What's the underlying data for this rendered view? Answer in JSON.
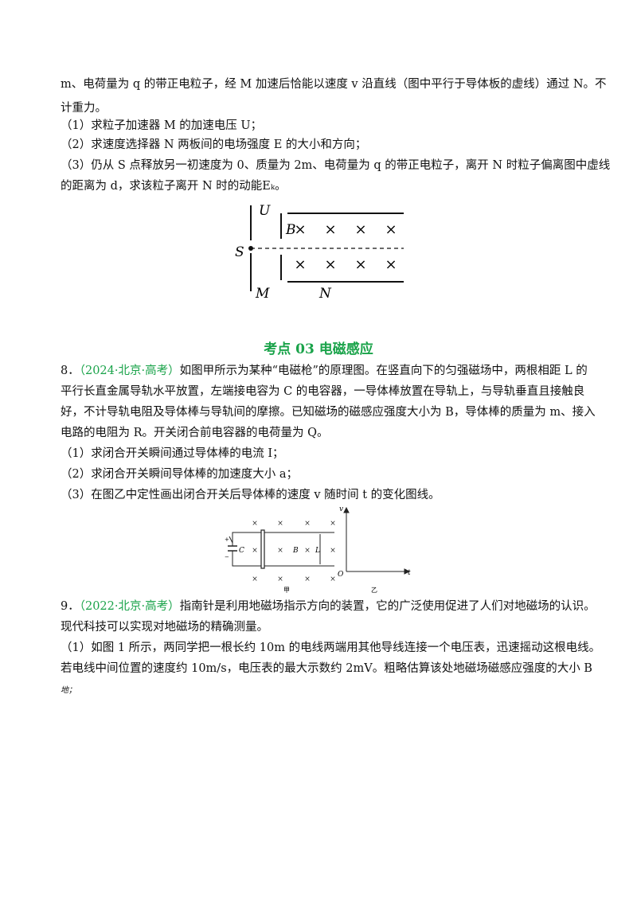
{
  "q7": {
    "lines": [
      "m、电荷量为 q 的带正电粒子，经 M 加速后恰能以速度 v 沿直线（图中平行于导体板的虚线）通过 N。不",
      "计重力。",
      "（1）求粒子加速器 M 的加速电压 U；",
      "（2）求速度选择器 N 两板间的电场强度 E 的大小和方向；",
      "（3）仍从 S 点释放另一初速度为 0、质量为 2m、电荷量为 q 的带正电粒子，离开 N 时粒子偏离图中虚线",
      "的距离为 d，求该粒子离开 N 时的动能Eₖ。"
    ],
    "figure": {
      "U": "U",
      "B": "B",
      "S": "S",
      "M": "M",
      "N": "N",
      "cross": "×"
    }
  },
  "section_heading": "考点 03  电磁感应",
  "q8": {
    "number": "8．",
    "tag": "（2024·北京·高考）",
    "lines": [
      "如图甲所示为某种“电磁枪”的原理图。在竖直向下的匀强磁场中，两根相距 L 的",
      "平行长直金属导轨水平放置，左端接电容为 C 的电容器，一导体棒放置在导轨上，与导轨垂直且接触良",
      "好，不计导轨电阻及导体棒与导轨间的摩擦。已知磁场的磁感应强度大小为 B，导体棒的质量为 m、接入",
      "电路的电阻为 R。开关闭合前电容器的电荷量为 Q。",
      "（1）求闭合开关瞬间通过导体棒的电流 I；",
      "（2）求闭合开关瞬间导体棒的加速度大小 a；",
      "（3）在图乙中定性画出闭合开关后导体棒的速度 v 随时间 t 的变化图线。"
    ],
    "figure": {
      "C": "C",
      "B": "B",
      "L": "L",
      "v": "v",
      "O": "O",
      "t": "t",
      "jia": "甲",
      "yi": "乙",
      "plus": "+",
      "minus": "−",
      "cross": "×"
    }
  },
  "q9": {
    "number": "9．",
    "tag": "（2022·北京·高考）",
    "lines": [
      "指南针是利用地磁场指示方向的装置，它的广泛使用促进了人们对地磁场的认识。",
      "现代科技可以实现对地磁场的精确测量。",
      "（1）如图 1 所示，两同学把一根长约 10m 的电线两端用其他导线连接一个电压表，迅速摇动这根电线。",
      "若电线中间位置的速度约 10m/s，电压表的最大示数约 2mV。粗略估算该处地磁场磁感应强度的大小 B",
      "地；"
    ]
  }
}
